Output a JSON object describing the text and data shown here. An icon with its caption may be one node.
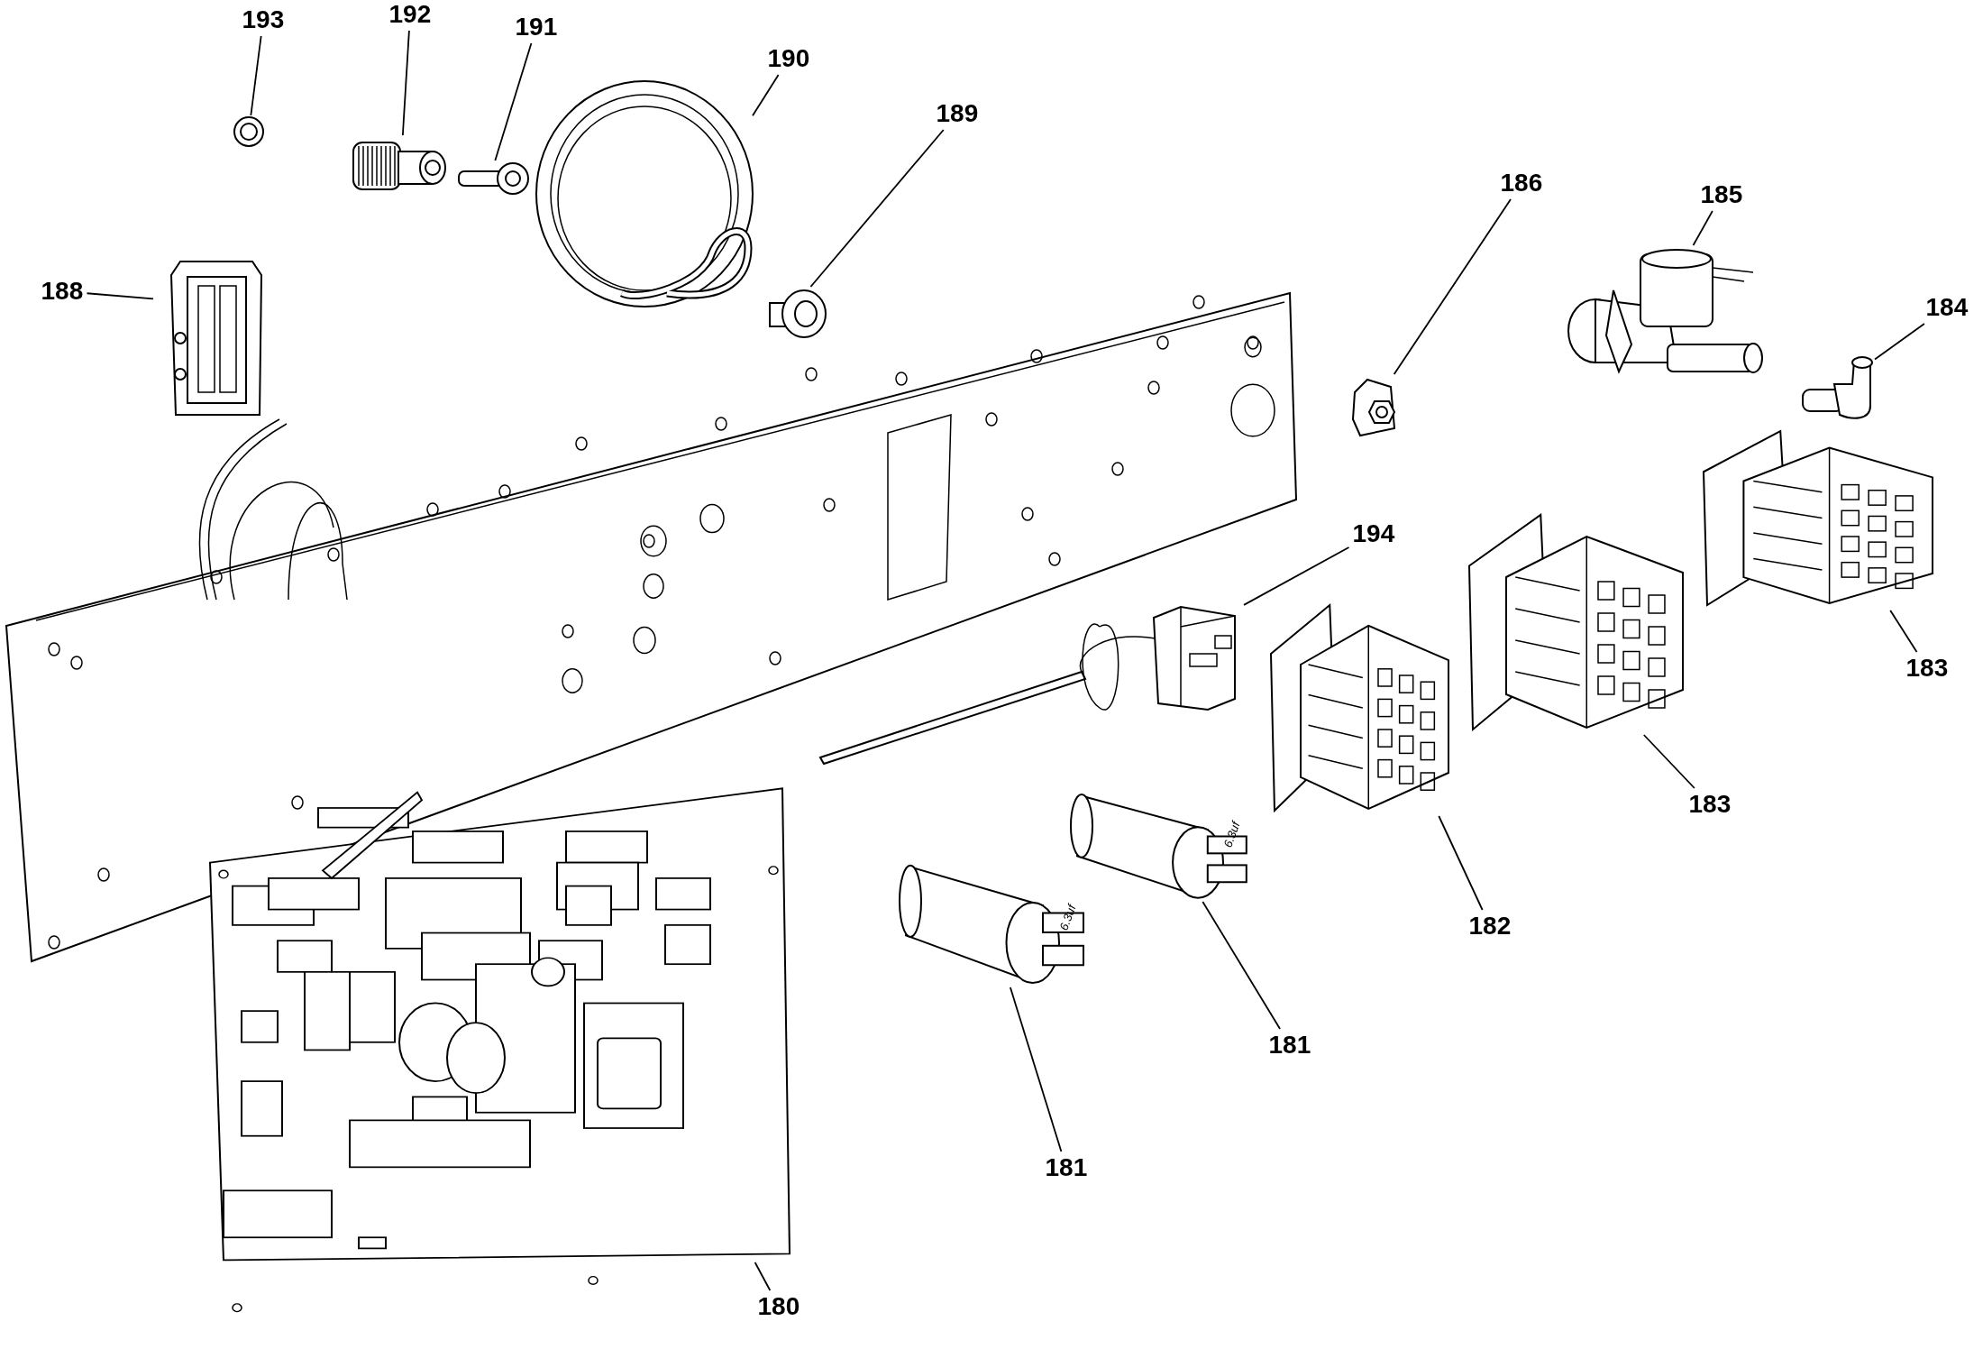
{
  "diagram": {
    "nodes": [
      {
        "text": [
          "193"
        ]
      },
      {
        "text": [
          "192"
        ]
      },
      {
        "text": [
          "191"
        ]
      },
      {
        "text": [
          "190"
        ]
      },
      {
        "text": [
          "189"
        ]
      },
      {
        "text": [
          "188"
        ]
      },
      {
        "text": [
          "186"
        ]
      },
      {
        "text": [
          "185"
        ]
      },
      {
        "text": [
          "184"
        ]
      },
      {
        "text": [
          "194"
        ]
      },
      {
        "text": [
          "183"
        ]
      },
      {
        "text": [
          "183"
        ]
      },
      {
        "text": [
          "182"
        ]
      },
      {
        "text": [
          "181"
        ]
      },
      {
        "text": [
          "181"
        ]
      },
      {
        "text": [
          "180"
        ]
      },
      {
        "text": [],
        "shape": "picture"
      },
      {
        "text": [],
        "shape": "picture"
      },
      {
        "text": [],
        "shape": "picture"
      },
      {
        "text": [],
        "shape": "picture"
      },
      {
        "text": [],
        "shape": "picture"
      },
      {
        "text": [],
        "shape": "picture"
      },
      {
        "text": [],
        "shape": "picture"
      },
      {
        "text": [],
        "shape": "picture"
      },
      {
        "text": [],
        "shape": "picture"
      },
      {
        "text": [],
        "shape": "picture"
      },
      {
        "text": [],
        "shape": "picture"
      },
      {
        "text": [],
        "shape": "picture"
      },
      {
        "text": [],
        "shape": "picture"
      },
      {
        "text": [],
        "shape": "picture"
      },
      {
        "text": [],
        "shape": "picture"
      },
      {
        "text": [],
        "shape": "picture"
      }
    ],
    "edges": [
      {
        "from": 0,
        "to": 16,
        "arrow": "none"
      },
      {
        "from": 1,
        "to": 17,
        "arrow": "none"
      },
      {
        "from": 2,
        "to": 18,
        "arrow": "none"
      },
      {
        "from": 3,
        "to": 19,
        "arrow": "none"
      },
      {
        "from": 4,
        "to": 20,
        "arrow": "none"
      },
      {
        "from": 5,
        "to": 21,
        "arrow": "none"
      },
      {
        "from": 6,
        "to": 22,
        "arrow": "none"
      },
      {
        "from": 7,
        "to": 23,
        "arrow": "none"
      },
      {
        "from": 8,
        "to": 24,
        "arrow": "none"
      },
      {
        "from": 9,
        "to": 25,
        "arrow": "none"
      },
      {
        "from": 10,
        "to": 26,
        "arrow": "none"
      },
      {
        "from": 11,
        "to": 27,
        "arrow": "none"
      },
      {
        "from": 12,
        "to": 28,
        "arrow": "none"
      },
      {
        "from": 13,
        "to": 29,
        "arrow": "none"
      },
      {
        "from": 14,
        "to": 30,
        "arrow": "none"
      },
      {
        "from": 15,
        "to": 31,
        "arrow": "none"
      }
    ],
    "labels": [
      "6.3uf",
      "6.3uf"
    ]
  }
}
